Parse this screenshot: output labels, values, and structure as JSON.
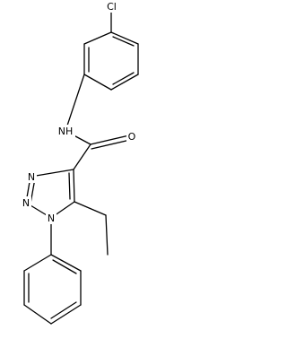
{
  "molecule": {
    "atoms": [
      {
        "id": "Cl",
        "label": "Cl"
      },
      {
        "id": "NH",
        "label": "NH"
      },
      {
        "id": "O",
        "label": "O"
      },
      {
        "id": "N3",
        "label": "N"
      },
      {
        "id": "N2",
        "label": "N"
      },
      {
        "id": "N1",
        "label": "N"
      }
    ],
    "colors": {
      "bond": "#000000",
      "label": "#000000",
      "background": "#ffffff"
    }
  }
}
